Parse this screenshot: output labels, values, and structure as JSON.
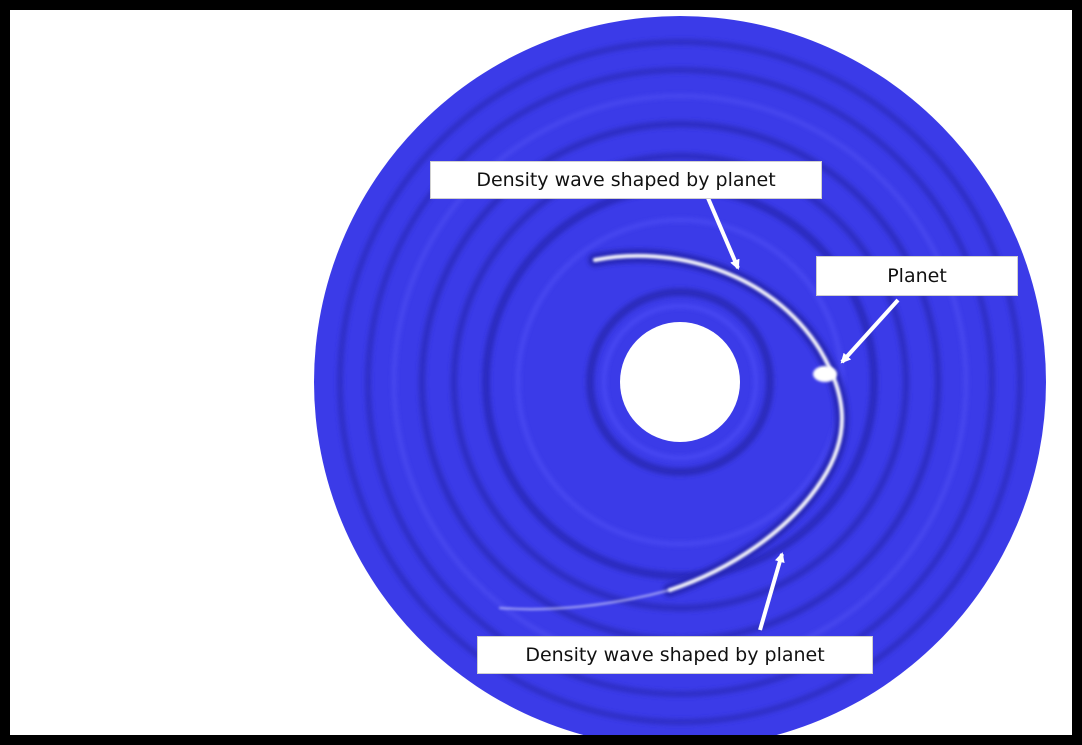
{
  "diagram": {
    "labels": {
      "wave_top": "Density wave shaped by planet",
      "planet": "Planet",
      "wave_bottom": "Density wave shaped by planet"
    },
    "colors": {
      "background": "#000000",
      "canvas": "#ffffff",
      "disk": "#3b3be8",
      "disk_dark": "#2f2fc8",
      "highlight": "#ffffff"
    }
  }
}
